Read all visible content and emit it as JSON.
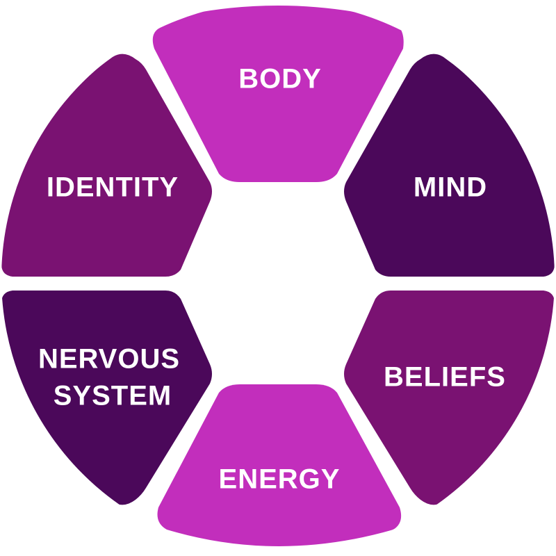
{
  "diagram": {
    "segments": [
      {
        "id": "body",
        "label": "BODY",
        "color": "#C22EBC"
      },
      {
        "id": "mind",
        "label": "MIND",
        "color": "#4B085A"
      },
      {
        "id": "beliefs",
        "label": "BELIEFS",
        "color": "#7A1272"
      },
      {
        "id": "energy",
        "label": "ENERGY",
        "color": "#C22EBC"
      },
      {
        "id": "nervous-system",
        "label_line1": "NERVOUS",
        "label_line2": "SYSTEM",
        "color": "#4B085A"
      },
      {
        "id": "identity",
        "label": "IDENTITY",
        "color": "#7A1272"
      }
    ]
  }
}
